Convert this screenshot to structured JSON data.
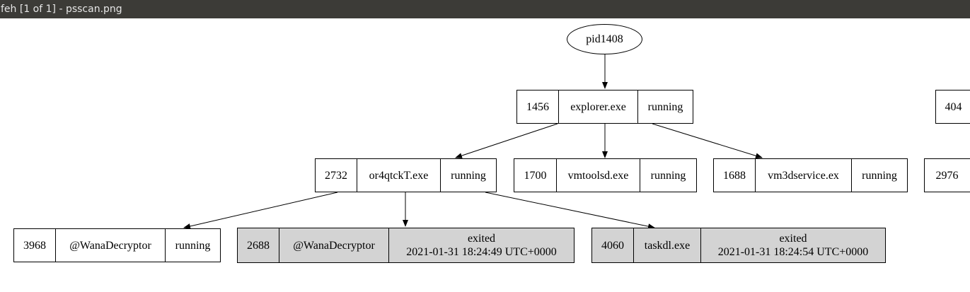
{
  "window": {
    "title": "feh [1 of 1] - psscan.png"
  },
  "graph": {
    "root": {
      "label": "pid1408"
    },
    "nodes": {
      "explorer": {
        "pid": "1456",
        "name": "explorer.exe",
        "status": "running"
      },
      "or4q": {
        "pid": "2732",
        "name": "or4qtckT.exe",
        "status": "running"
      },
      "vmtoolsd": {
        "pid": "1700",
        "name": "vmtoolsd.exe",
        "status": "running"
      },
      "vm3d": {
        "pid": "1688",
        "name": "vm3dservice.ex",
        "status": "running"
      },
      "wana1": {
        "pid": "3968",
        "name": "@WanaDecryptor",
        "status": "running"
      },
      "wana2": {
        "pid": "2688",
        "name": "@WanaDecryptor",
        "status": "exited",
        "time": "2021-01-31 18:24:49 UTC+0000"
      },
      "taskdl": {
        "pid": "4060",
        "name": "taskdl.exe",
        "status": "exited",
        "time": "2021-01-31 18:24:54 UTC+0000"
      },
      "partial1": {
        "pid": "404"
      },
      "partial2": {
        "pid": "2976"
      }
    }
  }
}
